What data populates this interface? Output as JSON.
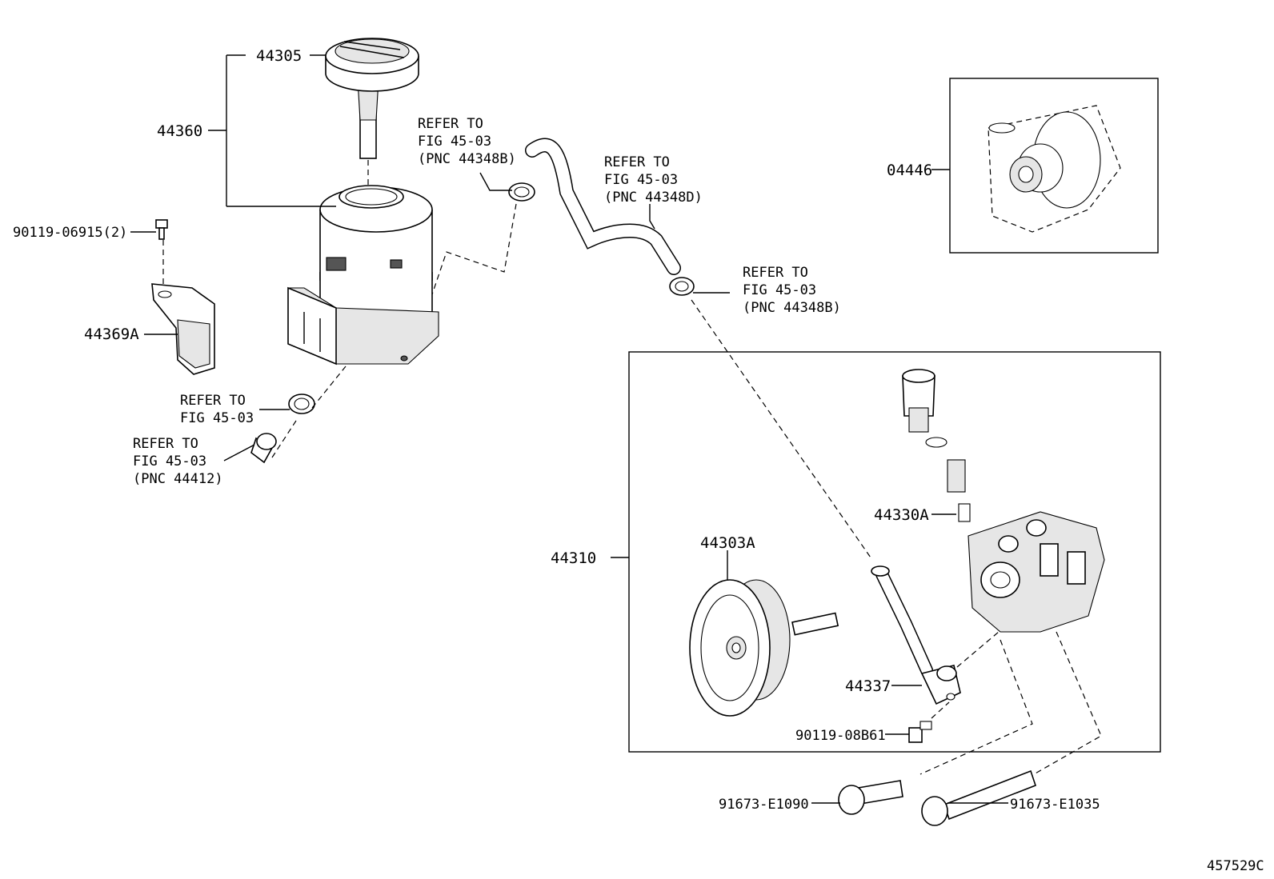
{
  "diagram_id": "457529C",
  "callouts": {
    "cap": "44305",
    "reservoir_assy": "44360",
    "bolt_top": "90119-06915(2)",
    "bracket": "44369A",
    "kit_box": "04446",
    "pump_assy": "44310",
    "pulley": "44303A",
    "valve": "44330A",
    "union": "44337",
    "union_bolt": "90119-08B61",
    "bolt_long_left": "91673-E1090",
    "bolt_long_right": "91673-E1035"
  },
  "refers": {
    "hose_top": [
      "REFER TO",
      "FIG 45-03",
      "(PNC 44348B)"
    ],
    "hose_mid": [
      "REFER TO",
      "FIG 45-03",
      "(PNC 44348D)"
    ],
    "hose_right": [
      "REFER TO",
      "FIG 45-03",
      "(PNC 44348B)"
    ],
    "clamp_bottom": [
      "REFER TO",
      "FIG 45-03"
    ],
    "hose_bottom": [
      "REFER TO",
      "FIG 45-03",
      "(PNC 44412)"
    ]
  }
}
